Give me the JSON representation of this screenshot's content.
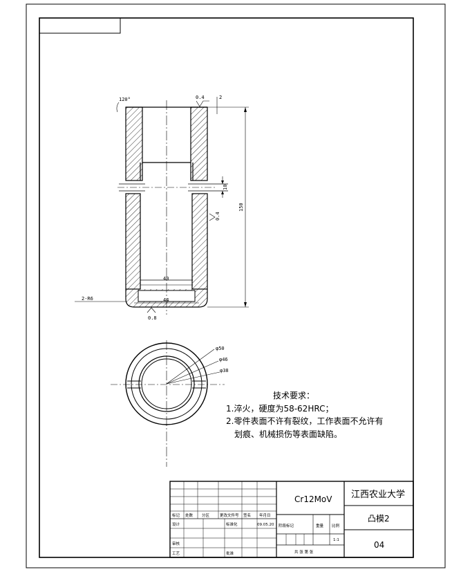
{
  "drawing": {
    "dimensions": {
      "angle_top": "120°",
      "roughness_top": "0.4",
      "chamfer_top": "2",
      "hole_height": "10",
      "overall_length": "150",
      "roughness_side": "0.4",
      "inner_dia": "40",
      "outer_dia": "44",
      "edge_radius": "2-R6",
      "roughness_bottom": "0.8"
    },
    "circle_labels": [
      "φ50",
      "φ46",
      "φ38"
    ]
  },
  "tech_requirements": {
    "title": "技术要求：",
    "items": [
      "1.淬火，硬度为58-62HRC；",
      "2.零件表面不许有裂纹，工作表面不允许有",
      "划痕、机械损伤等表面缺陷。"
    ]
  },
  "title_block": {
    "material": "Cr12MoV",
    "school": "江西农业大学",
    "part_name": "凸模2",
    "drawing_no": "04",
    "scale": "1:1",
    "header_labels": [
      "标记",
      "处数",
      "分区",
      "更改文件号",
      "签名",
      "年月日"
    ],
    "row_labels": [
      "设计",
      "审核",
      "工艺"
    ],
    "std_label": "标准化",
    "approve_label": "批准",
    "date_value": "09.05.20",
    "stage_label": "阶段标记",
    "weight_label": "重量",
    "scale_label": "比例",
    "sheet_text": "共 张  第 张"
  }
}
